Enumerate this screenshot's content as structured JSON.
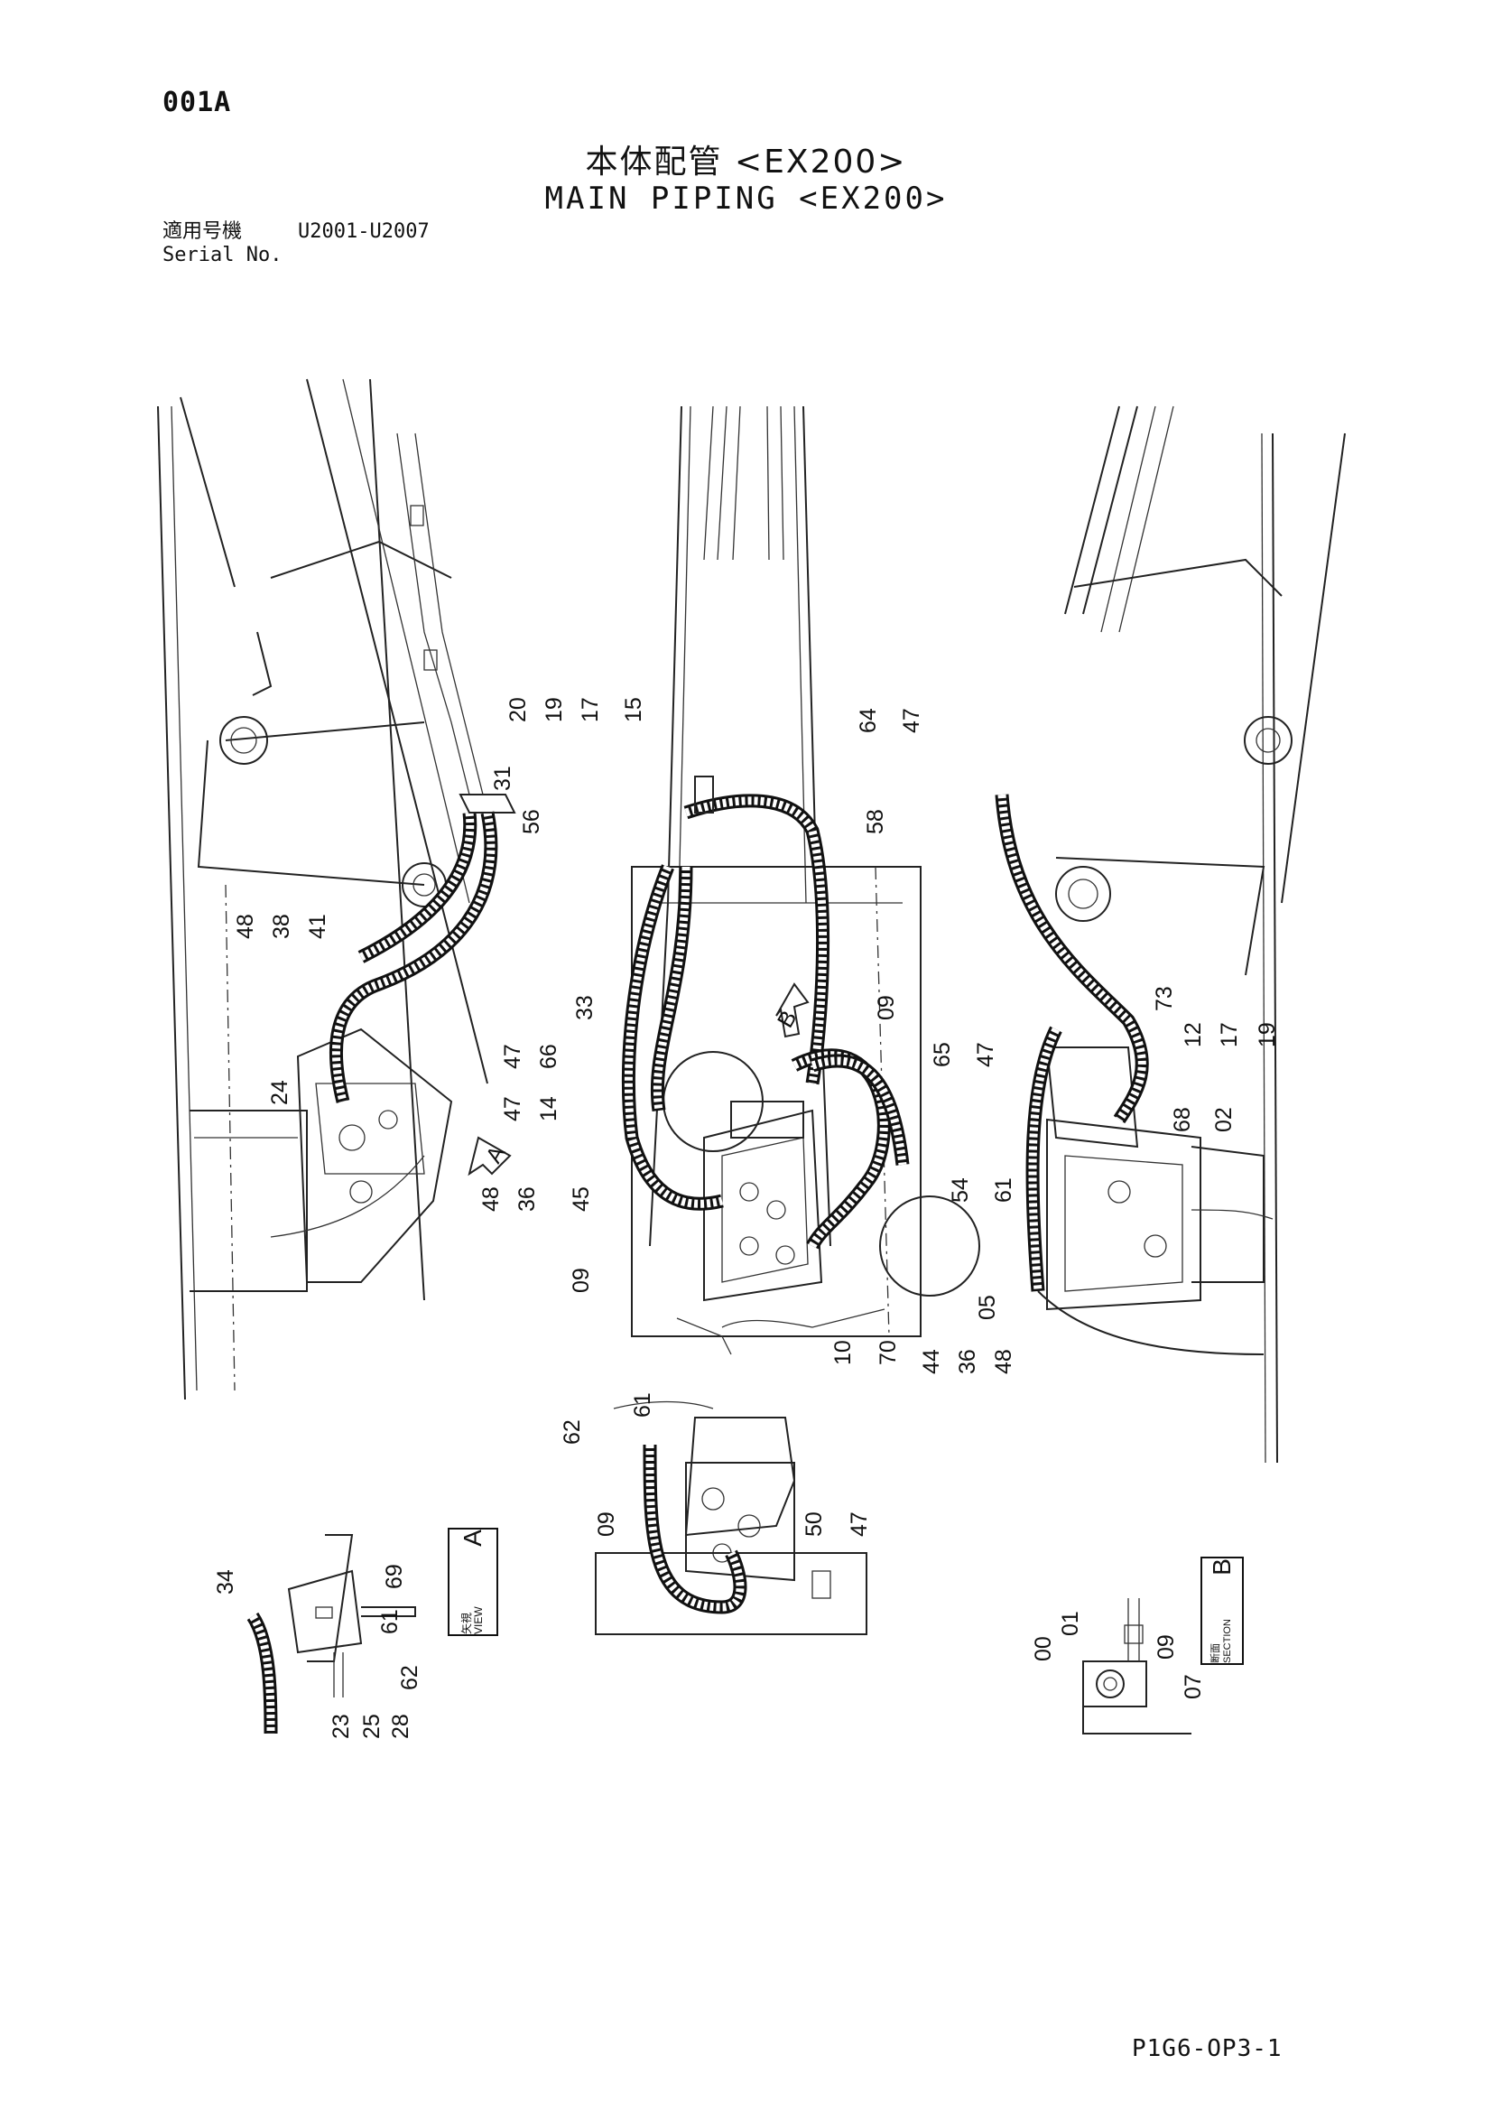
{
  "header": {
    "page_code": "001A",
    "title_jp": "本体配管 <EX200>",
    "title_en": "MAIN PIPING <EX200>",
    "serial_label_jp": "適用号機",
    "serial_value": "U2001-U2007",
    "serial_label_en": "Serial No."
  },
  "footer": {
    "drawing_code": "P1G6-OP3-1"
  },
  "views": {
    "view_a": {
      "jp": "矢視",
      "en": "VIEW",
      "letter": "A"
    },
    "section_b": {
      "jp": "断面",
      "en": "SECTION",
      "letter": "B"
    }
  },
  "callouts": {
    "left_view": [
      "31",
      "56",
      "48",
      "38",
      "41",
      "24"
    ],
    "center_top": [
      "20",
      "19",
      "17",
      "15",
      "64",
      "47",
      "58"
    ],
    "center_mid": [
      "47",
      "47",
      "66",
      "14",
      "33",
      "09",
      "65",
      "47",
      "54",
      "05",
      "45",
      "36",
      "48",
      "09",
      "10",
      "70",
      "44",
      "36",
      "48"
    ],
    "center_arrow_b": "B",
    "left_arrow_a": "A",
    "right_view": [
      "73",
      "12",
      "17",
      "19",
      "68",
      "02",
      "61"
    ],
    "lower_center": [
      "61",
      "62",
      "09",
      "50",
      "47"
    ],
    "view_a_detail": [
      "34",
      "69",
      "61",
      "62",
      "28",
      "23",
      "25"
    ],
    "section_b_detail": [
      "00",
      "01",
      "09",
      "07"
    ]
  }
}
